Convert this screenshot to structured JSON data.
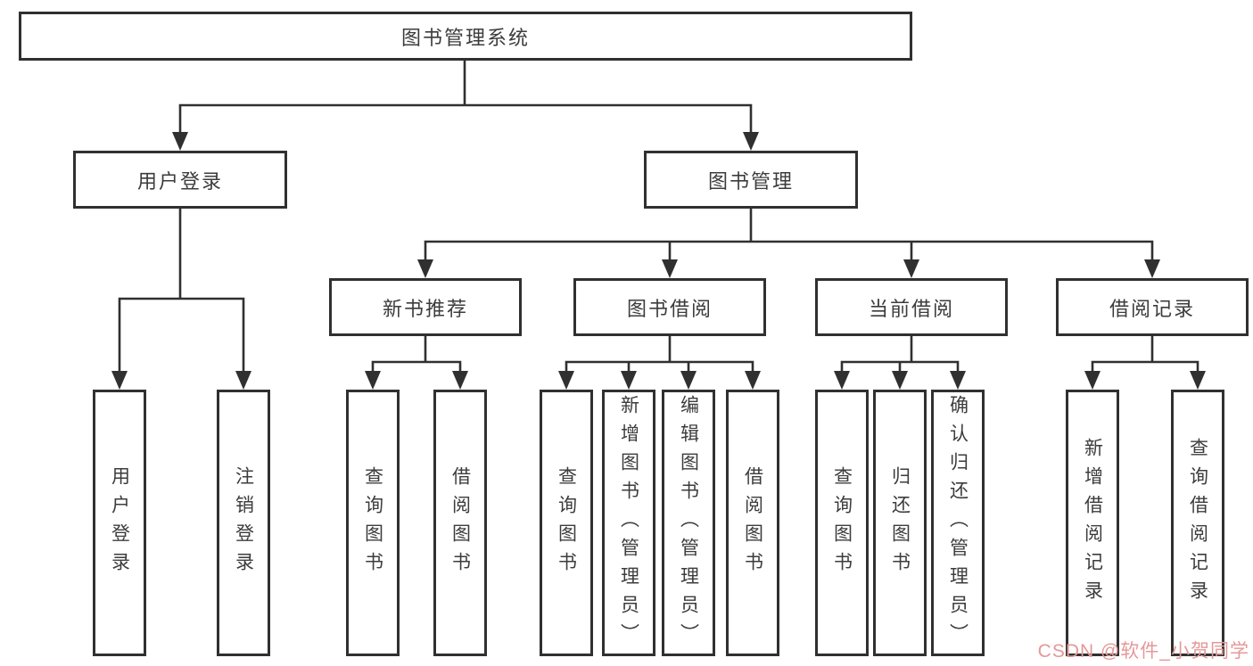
{
  "diagram": {
    "root": {
      "label": "图书管理系统"
    },
    "branches": [
      {
        "label": "用户登录",
        "children": [
          {
            "label": "用户登录"
          },
          {
            "label": "注销登录"
          }
        ]
      },
      {
        "label": "图书管理",
        "children": [
          {
            "label": "新书推荐",
            "children": [
              {
                "label": "查询图书"
              },
              {
                "label": "借阅图书"
              }
            ]
          },
          {
            "label": "图书借阅",
            "children": [
              {
                "label": "查询图书"
              },
              {
                "label": "新增图书（管理员）"
              },
              {
                "label": "编辑图书（管理员）"
              },
              {
                "label": "借阅图书"
              }
            ]
          },
          {
            "label": "当前借阅",
            "children": [
              {
                "label": "查询图书"
              },
              {
                "label": "归还图书"
              },
              {
                "label": "确认归还（管理员）"
              }
            ]
          },
          {
            "label": "借阅记录",
            "children": [
              {
                "label": "新增借阅记录"
              },
              {
                "label": "查询借阅记录"
              }
            ]
          }
        ]
      }
    ]
  },
  "watermark": {
    "text": "CSDN @软件_小贺同学"
  },
  "colors": {
    "line": "#303030",
    "box_border": "#303030",
    "text": "#3c3c3c",
    "watermark": "#e59898",
    "background": "#ffffff"
  }
}
